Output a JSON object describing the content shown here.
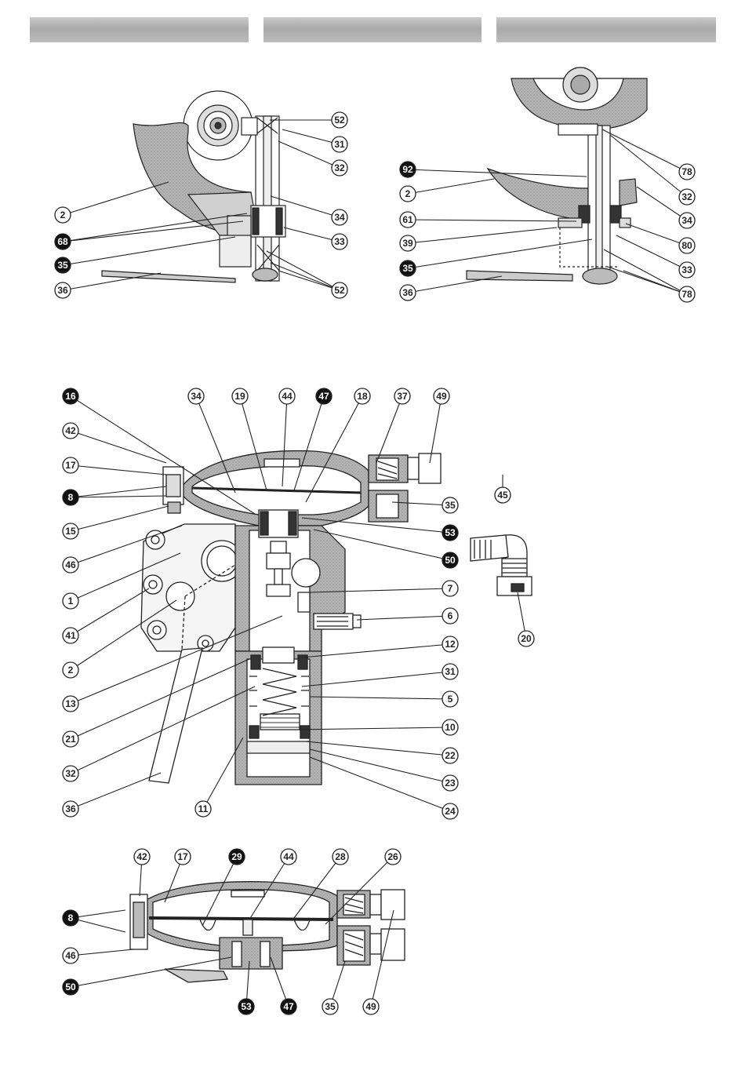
{
  "header_bars": [
    "",
    "",
    ""
  ],
  "colors": {
    "ink": "#222222",
    "hatch": "#a8a8a8",
    "body": "#d6d6d6",
    "callout_dark": "#111111"
  },
  "diagrams": [
    {
      "name": "top-left-exploded",
      "callouts": [
        {
          "label": "52",
          "dark": false
        },
        {
          "label": "31",
          "dark": false
        },
        {
          "label": "32",
          "dark": false
        },
        {
          "label": "2",
          "dark": false
        },
        {
          "label": "34",
          "dark": false
        },
        {
          "label": "68",
          "dark": true
        },
        {
          "label": "33",
          "dark": false
        },
        {
          "label": "35",
          "dark": true
        },
        {
          "label": "36",
          "dark": false
        },
        {
          "label": "52",
          "dark": false
        }
      ]
    },
    {
      "name": "top-right-exploded",
      "callouts": [
        {
          "label": "78",
          "dark": false
        },
        {
          "label": "92",
          "dark": true
        },
        {
          "label": "32",
          "dark": false
        },
        {
          "label": "2",
          "dark": false
        },
        {
          "label": "34",
          "dark": false
        },
        {
          "label": "61",
          "dark": false
        },
        {
          "label": "80",
          "dark": false
        },
        {
          "label": "39",
          "dark": false
        },
        {
          "label": "33",
          "dark": false
        },
        {
          "label": "35",
          "dark": true
        },
        {
          "label": "36",
          "dark": false
        },
        {
          "label": "78",
          "dark": false
        }
      ]
    },
    {
      "name": "main-section",
      "callouts": [
        {
          "label": "16",
          "dark": true
        },
        {
          "label": "34",
          "dark": false
        },
        {
          "label": "19",
          "dark": false
        },
        {
          "label": "44",
          "dark": false
        },
        {
          "label": "47",
          "dark": true
        },
        {
          "label": "18",
          "dark": false
        },
        {
          "label": "37",
          "dark": false
        },
        {
          "label": "49",
          "dark": false
        },
        {
          "label": "42",
          "dark": false
        },
        {
          "label": "17",
          "dark": false
        },
        {
          "label": "8",
          "dark": true
        },
        {
          "label": "35",
          "dark": false
        },
        {
          "label": "15",
          "dark": false
        },
        {
          "label": "53",
          "dark": true
        },
        {
          "label": "46",
          "dark": false
        },
        {
          "label": "50",
          "dark": true
        },
        {
          "label": "1",
          "dark": false
        },
        {
          "label": "7",
          "dark": false
        },
        {
          "label": "41",
          "dark": false
        },
        {
          "label": "6",
          "dark": false
        },
        {
          "label": "2",
          "dark": false
        },
        {
          "label": "12",
          "dark": false
        },
        {
          "label": "13",
          "dark": false
        },
        {
          "label": "31",
          "dark": false
        },
        {
          "label": "5",
          "dark": false
        },
        {
          "label": "21",
          "dark": false
        },
        {
          "label": "10",
          "dark": false
        },
        {
          "label": "22",
          "dark": false
        },
        {
          "label": "32",
          "dark": false
        },
        {
          "label": "23",
          "dark": false
        },
        {
          "label": "36",
          "dark": false
        },
        {
          "label": "11",
          "dark": false
        },
        {
          "label": "24",
          "dark": false
        },
        {
          "label": "45",
          "dark": false
        },
        {
          "label": "20",
          "dark": false
        }
      ]
    },
    {
      "name": "bottom-section",
      "callouts": [
        {
          "label": "42",
          "dark": false
        },
        {
          "label": "17",
          "dark": false
        },
        {
          "label": "29",
          "dark": true
        },
        {
          "label": "44",
          "dark": false
        },
        {
          "label": "28",
          "dark": false
        },
        {
          "label": "26",
          "dark": false
        },
        {
          "label": "8",
          "dark": true
        },
        {
          "label": "46",
          "dark": false
        },
        {
          "label": "50",
          "dark": true
        },
        {
          "label": "53",
          "dark": true
        },
        {
          "label": "47",
          "dark": true
        },
        {
          "label": "35",
          "dark": false
        },
        {
          "label": "49",
          "dark": false
        }
      ]
    }
  ]
}
